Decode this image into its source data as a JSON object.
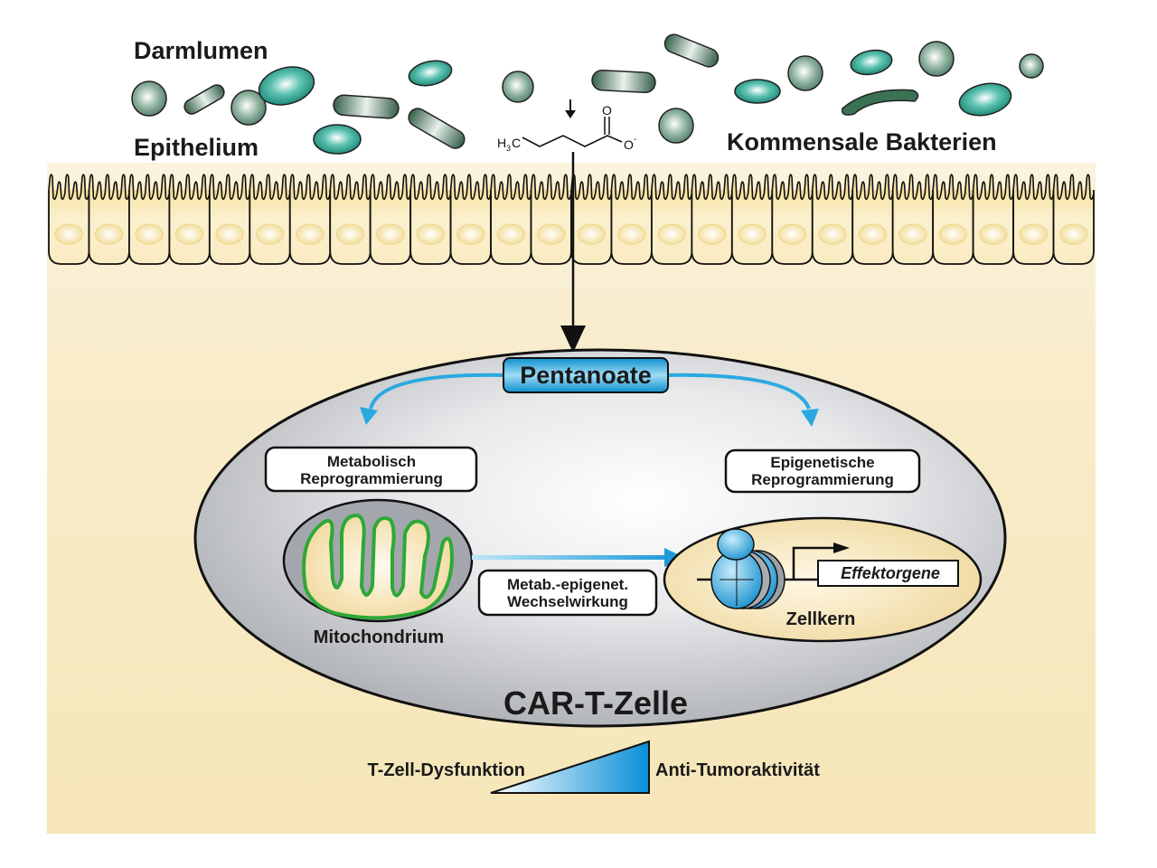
{
  "labels": {
    "lumen": "Darmlumen",
    "epithelium": "Epithelium",
    "bacteria": "Kommensale Bakterien",
    "molecule": {
      "methyl": "H",
      "methyl_sub": "3",
      "methyl_c": "C",
      "oxygen_double": "O",
      "oxygen_single": "O",
      "charge": "-"
    },
    "pentanoate": "Pentanoate",
    "metabolic_box": [
      "Metabolisch",
      "Reprogrammierung"
    ],
    "epigenetic_box": [
      "Epigenetische",
      "Reprogrammierung"
    ],
    "mitochondrion": "Mitochondrium",
    "crosstalk_box": [
      "Metab.-epigenet.",
      "Wechselwirkung"
    ],
    "effector_genes": "Effektorgene",
    "nucleus": "Zellkern",
    "cell": "CAR-T-Zelle",
    "gradient_left": "T-Zell-Dysfunktion",
    "gradient_right": "Anti-Tumoraktivität"
  },
  "colors": {
    "tissue": "#f7e9c0",
    "cell_fill": "#c6c8cc",
    "arrow_blue": "#29a9e0",
    "bacteria_teal": "#1f8f80",
    "bacteria_green": "#3d6e55",
    "mito_green": "#2ea836",
    "nucleus_fill": "#f3dfa8"
  }
}
